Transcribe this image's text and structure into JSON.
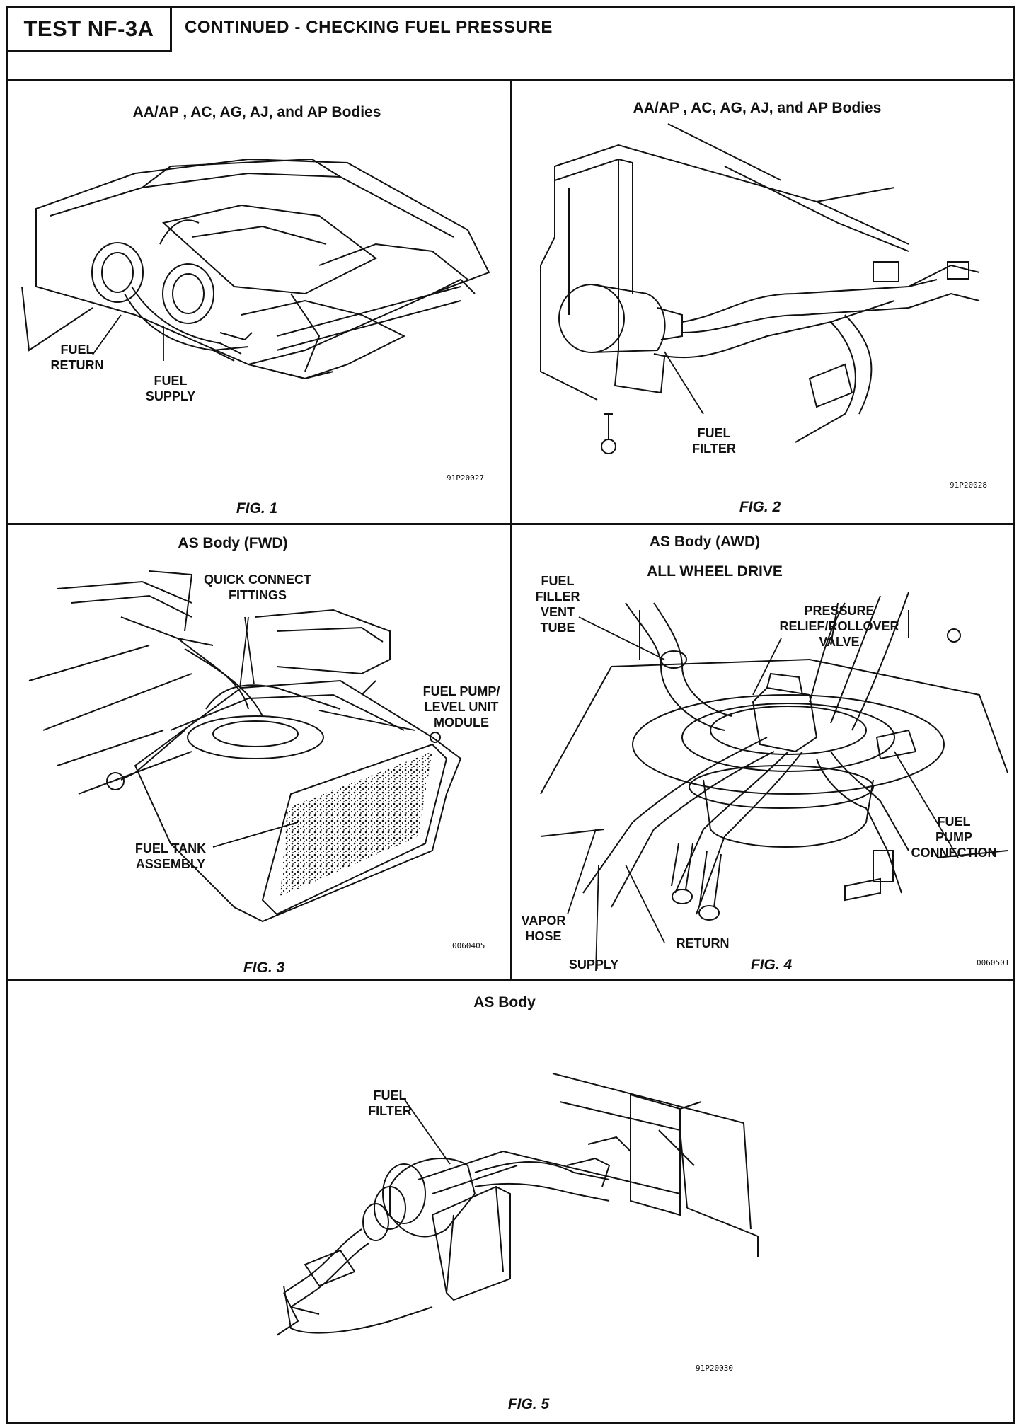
{
  "header": {
    "test_id": "TEST NF-3A",
    "title": "CONTINUED -  CHECKING FUEL PRESSURE"
  },
  "fig1": {
    "title": "AA/AP , AC, AG, AJ, and AP Bodies",
    "labels": {
      "fuel_return": [
        "FUEL",
        "RETURN"
      ],
      "fuel_supply": [
        "FUEL",
        "SUPPLY"
      ]
    },
    "code": "91P20027",
    "caption": "FIG. 1"
  },
  "fig2": {
    "title": "AA/AP , AC, AG, AJ, and AP Bodies",
    "labels": {
      "fuel_filter": [
        "FUEL",
        "FILTER"
      ]
    },
    "code": "91P20028",
    "caption": "FIG. 2"
  },
  "fig3": {
    "title": "AS Body (FWD)",
    "labels": {
      "quick_connect": [
        "QUICK CONNECT",
        "FITTINGS"
      ],
      "fuel_pump_module": [
        "FUEL PUMP/",
        "LEVEL UNIT",
        "MODULE"
      ],
      "fuel_tank": [
        "FUEL TANK",
        "ASSEMBLY"
      ]
    },
    "code": "0060405",
    "caption": "FIG. 3"
  },
  "fig4": {
    "title": "AS Body (AWD)",
    "subtitle": "ALL WHEEL DRIVE",
    "labels": {
      "vent_tube": [
        "FUEL",
        "FILLER",
        "VENT",
        "TUBE"
      ],
      "pressure_valve": [
        "PRESSURE",
        "RELIEF/ROLLOVER",
        "VALVE"
      ],
      "pump_connection": [
        "FUEL",
        "PUMP",
        "CONNECTION"
      ],
      "vapor_hose": [
        "VAPOR",
        "HOSE"
      ],
      "supply": "SUPPLY",
      "return": "RETURN"
    },
    "code": "0060501",
    "caption": "FIG. 4"
  },
  "fig5": {
    "title": "AS Body",
    "labels": {
      "fuel_filter": [
        "FUEL",
        "FILTER"
      ]
    },
    "code": "91P20030",
    "caption": "FIG. 5"
  }
}
